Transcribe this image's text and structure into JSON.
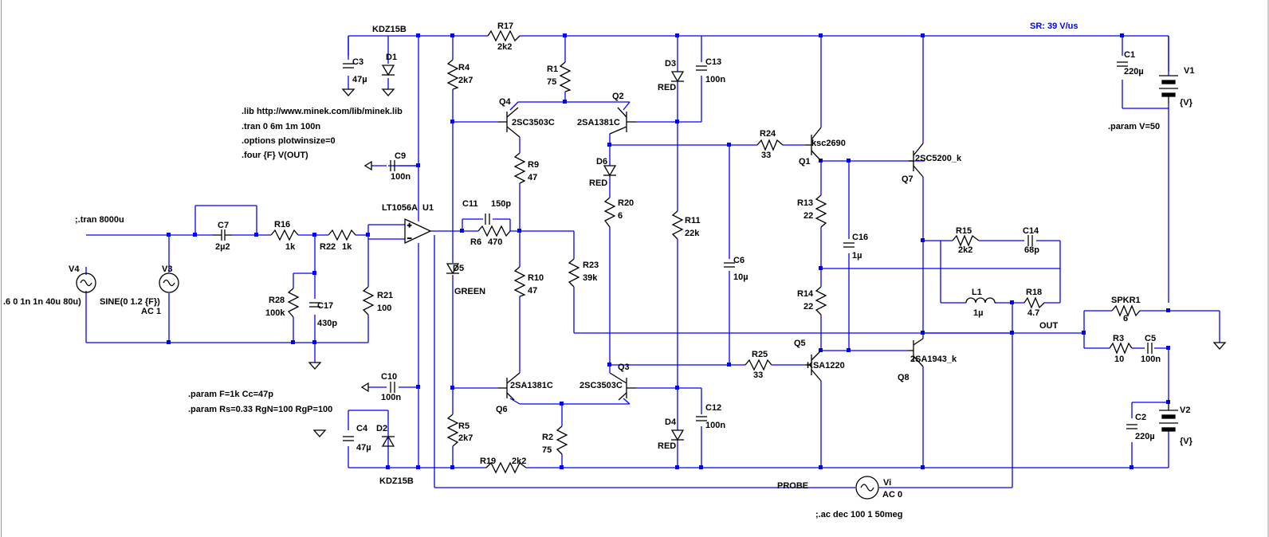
{
  "labels": {
    "sr_readout": "SR: 39 V/us",
    "kdz15b_top": "KDZ15B",
    "kdz15b_bottom": "KDZ15B",
    "out_net": "OUT",
    "probe_net": "PROBE",
    "tran_comment": ";.tran 8000u",
    "ac_comment": ";.ac dec 100 1 50meg",
    "v4_value": ".6 0 1n 1n 40u 80u)",
    "v3_value1": "SINE(0 1.2 {F})",
    "v3_value2": "AC 1",
    "v1_value": "{V}",
    "v2_value": "{V}",
    "vi_value": "AC 0",
    "param_v": ".param V=50",
    "param_f": ".param F=1k Cc=47p",
    "param_rs": ".param Rs=0.33 RgN=100 RgP=100"
  },
  "directives": [
    ".lib http://www.minek.com/lib/minek.lib",
    ".tran 0 6m 1m 100n",
    ".options plotwinsize=0",
    ".four {F} V(OUT)"
  ],
  "components": {
    "R17": {
      "name": "R17",
      "value": "2k2"
    },
    "R4": {
      "name": "R4",
      "value": "2k7"
    },
    "R1": {
      "name": "R1",
      "value": "75"
    },
    "R9": {
      "name": "R9",
      "value": "47"
    },
    "R10": {
      "name": "R10",
      "value": "47"
    },
    "R6": {
      "name": "R6",
      "value": "470"
    },
    "R5": {
      "name": "R5",
      "value": "2k7"
    },
    "R2": {
      "name": "R2",
      "value": "75"
    },
    "R19": {
      "name": "R19",
      "value": "2k2"
    },
    "R20": {
      "name": "R20",
      "value": "6"
    },
    "R11": {
      "name": "R11",
      "value": "22k"
    },
    "R23": {
      "name": "R23",
      "value": "39k"
    },
    "R24": {
      "name": "R24",
      "value": "33"
    },
    "R25": {
      "name": "R25",
      "value": "33"
    },
    "R13": {
      "name": "R13",
      "value": "22"
    },
    "R14": {
      "name": "R14",
      "value": "22"
    },
    "R15": {
      "name": "R15",
      "value": "2k2"
    },
    "R18": {
      "name": "R18",
      "value": "4.7"
    },
    "R3": {
      "name": "R3",
      "value": "10"
    },
    "R16": {
      "name": "R16",
      "value": "1k"
    },
    "R22": {
      "name": "R22",
      "value": "1k"
    },
    "R21": {
      "name": "R21",
      "value": "100"
    },
    "R28": {
      "name": "R28",
      "value": "100k"
    },
    "C1": {
      "name": "C1",
      "value": "220µ"
    },
    "C2": {
      "name": "C2",
      "value": "220µ"
    },
    "C3": {
      "name": "C3",
      "value": "47µ"
    },
    "C4": {
      "name": "C4",
      "value": "47µ"
    },
    "C5": {
      "name": "C5",
      "value": "100n"
    },
    "C6": {
      "name": "C6",
      "value": "10µ"
    },
    "C7": {
      "name": "C7",
      "value": "2µ2"
    },
    "C9": {
      "name": "C9",
      "value": "100n"
    },
    "C10": {
      "name": "C10",
      "value": "100n"
    },
    "C11": {
      "name": "C11",
      "value": "150p"
    },
    "C12": {
      "name": "C12",
      "value": "100n"
    },
    "C13": {
      "name": "C13",
      "value": "100n"
    },
    "C14": {
      "name": "C14",
      "value": "68p"
    },
    "C16": {
      "name": "C16",
      "value": "1µ"
    },
    "C17": {
      "name": "C17",
      "value": "430p"
    },
    "L1": {
      "name": "L1",
      "value": "1µ"
    },
    "D1": {
      "name": "D1"
    },
    "D2": {
      "name": "D2"
    },
    "D3": {
      "name": "D3",
      "value": "RED"
    },
    "D4": {
      "name": "D4",
      "value": "RED"
    },
    "D5": {
      "name": "D5",
      "value": "GREEN"
    },
    "D6": {
      "name": "D6",
      "value": "RED"
    },
    "Q1": {
      "name": "Q1",
      "value": "ksc2690"
    },
    "Q2": {
      "name": "Q2",
      "value": "2SA1381C"
    },
    "Q3": {
      "name": "Q3",
      "value": "2SC3503C"
    },
    "Q4": {
      "name": "Q4",
      "value": "2SC3503C"
    },
    "Q5": {
      "name": "Q5",
      "value": "KSA1220"
    },
    "Q6": {
      "name": "Q6",
      "value": "2SA1381C"
    },
    "Q7": {
      "name": "Q7",
      "value": "2SC5200_k"
    },
    "Q8": {
      "name": "Q8",
      "value": "2SA1943_k"
    },
    "U1": {
      "name": "U1",
      "value": "LT1056A"
    },
    "V1": {
      "name": "V1"
    },
    "V2": {
      "name": "V2"
    },
    "V3": {
      "name": "V3"
    },
    "V4": {
      "name": "V4"
    },
    "Vi": {
      "name": "Vi"
    },
    "SPKR1": {
      "name": "SPKR1",
      "value": "6"
    }
  },
  "colors": {
    "wire": "#0000ff",
    "symbol": "#000000",
    "text": "#000000",
    "net_label": "#0000ff"
  }
}
